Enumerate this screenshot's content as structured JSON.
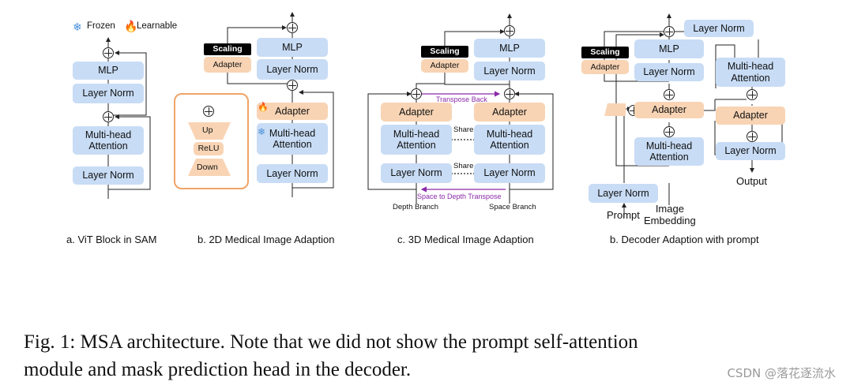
{
  "legend": {
    "frozen": "Frozen",
    "learnable": "Learnable",
    "frozen_icon": "snowflake-icon",
    "learnable_icon": "flame-icon"
  },
  "panel_a": {
    "mlp": "MLP",
    "layer_norm_top": "Layer Norm",
    "attention": "Multi-head\nAttention",
    "layer_norm_bottom": "Layer Norm",
    "caption": "a. ViT Block in SAM"
  },
  "panel_b": {
    "scaling": "Scaling",
    "adapter_small": "Adapter",
    "mlp": "MLP",
    "layer_norm_top": "Layer Norm",
    "adapter": "Adapter",
    "attention": "Multi-head\nAttention",
    "layer_norm_bottom": "Layer Norm",
    "up": "Up",
    "relu": "ReLU",
    "down": "Down",
    "caption": "b. 2D Medical Image Adaption"
  },
  "panel_c": {
    "scaling": "Scaling",
    "adapter_small": "Adapter",
    "mlp": "MLP",
    "layer_norm_top": "Layer Norm",
    "transpose_back": "Transpose Back",
    "adapter_left": "Adapter",
    "adapter_right": "Adapter",
    "attention_left": "Multi-head\nAttention",
    "attention_right": "Multi-head\nAttention",
    "share_top": "Share",
    "share_bottom": "Share",
    "ln_left": "Layer Norm",
    "ln_right": "Layer Norm",
    "space_to_depth": "Space to Depth Transpose",
    "depth_branch": "Depth Branch",
    "space_branch": "Space Branch",
    "caption": "c. 3D Medical Image Adaption"
  },
  "panel_d": {
    "scaling": "Scaling",
    "adapter_small": "Adapter",
    "mlp": "MLP",
    "layer_norm_mlp": "Layer Norm",
    "layer_norm_top": "Layer Norm",
    "cross_attention": "Multi-head\nAttention",
    "adapter_mid": "Adapter",
    "attention": "Multi-head\nAttention",
    "adapter_right": "Adapter",
    "layer_norm_right": "Layer Norm",
    "output": "Output",
    "layer_norm_prompt": "Layer Norm",
    "prompt": "Prompt",
    "image_embedding": "Image\nEmbedding",
    "caption": "b. Decoder Adaption with prompt"
  },
  "figure_caption": {
    "line1": "Fig. 1: MSA architecture. Note that we did not show the prompt self-attention",
    "line2": "module and mask prediction head in the decoder."
  },
  "watermark": "CSDN @落花逐流水",
  "colors": {
    "frozen_block": "#c8dcf5",
    "learnable_block": "#f8d4b4",
    "scaling_block": "#000000",
    "adapter_frame": "#f0a468",
    "transpose_label": "#8a2aa8"
  }
}
